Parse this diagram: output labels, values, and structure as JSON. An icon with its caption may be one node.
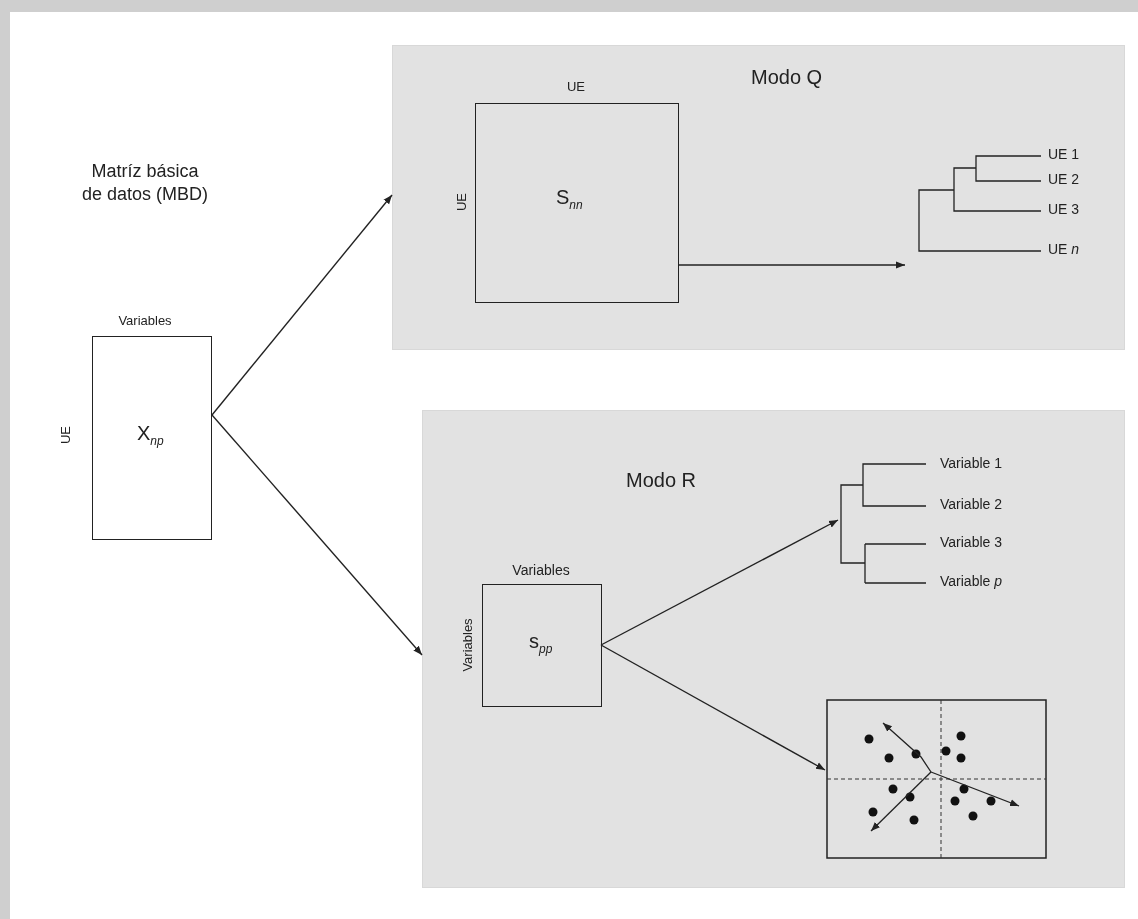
{
  "diagram": {
    "nodes": [
      {
        "text": [
          "Modo Q"
        ]
      },
      {
        "text": [
          "S$_{nn}$"
        ],
        "in": 0,
        "beside": [
          "UE",
          "UE"
        ]
      },
      {
        "text": [],
        "shape": "picture",
        "in": 0,
        "beside": [
          "UE 1",
          "UE 2",
          "UE 3",
          "UE *n*"
        ]
      },
      {
        "text": [
          "Modo R"
        ]
      },
      {
        "text": [
          "s$_{pp}$"
        ],
        "in": 3,
        "beside": [
          "Variables",
          "Variables"
        ]
      },
      {
        "text": [],
        "shape": "picture",
        "in": 3,
        "beside": [
          "Variable 1",
          "Variable 2",
          "Variable 3",
          "Variable *p*"
        ]
      },
      {
        "text": [],
        "shape": "picture",
        "in": 3
      },
      {
        "text": [
          "X$_{np}$"
        ],
        "beside": [
          "Variables",
          "UE"
        ]
      }
    ],
    "edges": [
      {
        "from": 7,
        "to": 0,
        "arrow": "to"
      },
      {
        "from": 7,
        "to": 3,
        "arrow": "to"
      },
      {
        "from": 1,
        "to": 2,
        "arrow": "to"
      },
      {
        "from": 4,
        "to": 5,
        "arrow": "to"
      },
      {
        "from": 4,
        "to": 6,
        "arrow": "to"
      }
    ],
    "labels": [
      "Matríz básica de datos (MBD)"
    ]
  }
}
